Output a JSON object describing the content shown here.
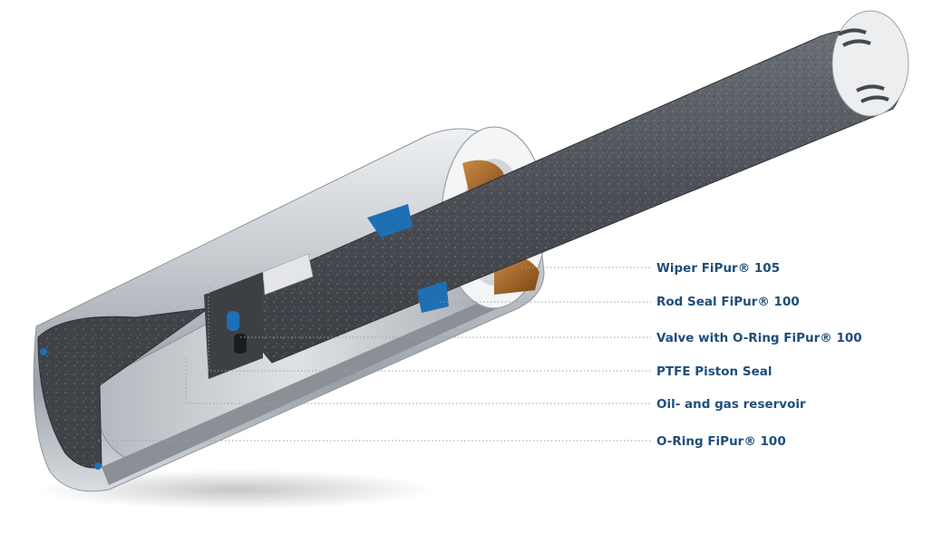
{
  "colors": {
    "label_text": "#1f4e79",
    "leader_line": "#9aa0a6",
    "seal_blue": "#1f6fb5",
    "wiper_brown": "#9a5a1e",
    "rod_core": "#4b4f55",
    "tube_metal": "#b7bcc2"
  },
  "callouts": [
    {
      "id": "wiper",
      "label": "Wiper FiPur® 105"
    },
    {
      "id": "rod-seal",
      "label": "Rod Seal FiPur® 100"
    },
    {
      "id": "valve",
      "label": "Valve with O-Ring FiPur® 100"
    },
    {
      "id": "ptfe",
      "label": "PTFE Piston Seal"
    },
    {
      "id": "reservoir",
      "label": "Oil- and gas reservoir"
    },
    {
      "id": "oring",
      "label": "O-Ring FiPur® 100"
    }
  ]
}
